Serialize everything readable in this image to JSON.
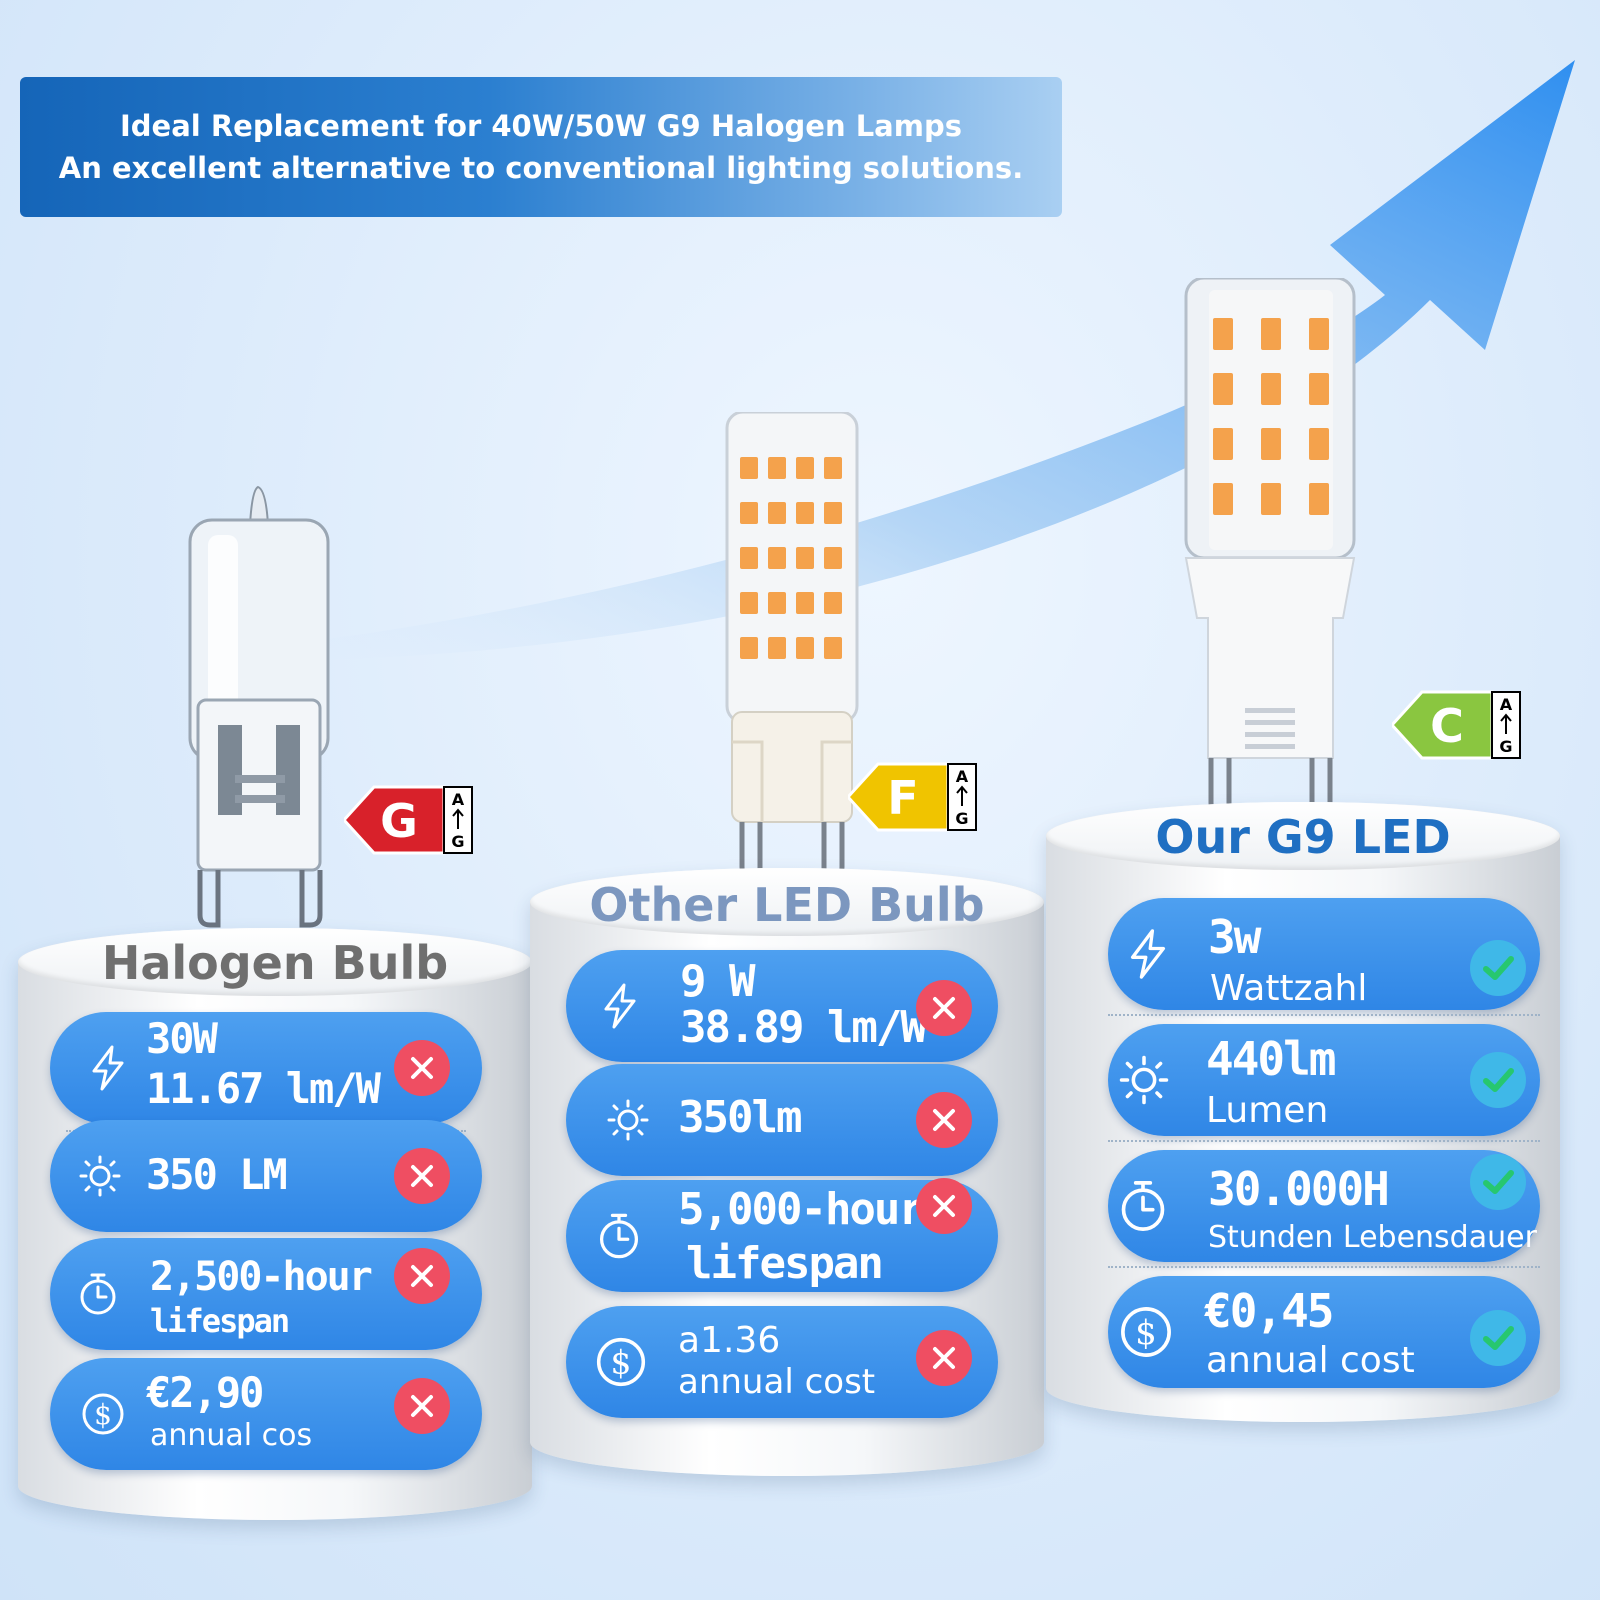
{
  "banner": {
    "line1": "Ideal Replacement for 40W/50W G9 Halogen Lamps",
    "line2": "An excellent alternative to conventional lighting solutions."
  },
  "colors": {
    "accent_blue": "#2f86e6",
    "banner_blue": "#1565b8",
    "cross_red": "#ef4e62",
    "check_blue": "#3fb8e8",
    "check_green": "#27c76f",
    "grade_g": "#d8212a",
    "grade_f": "#f0c400",
    "grade_c": "#8ac640"
  },
  "products": [
    {
      "title": "Halogen Bulb",
      "energy_class": "G",
      "scale_top": "A",
      "scale_bottom": "G",
      "features": [
        {
          "icon": "lightning-icon",
          "main": "30W",
          "main2": "11.67 lm/W",
          "sub": "",
          "status": "cross"
        },
        {
          "icon": "sun-icon",
          "main": "350 LM",
          "main2": "",
          "sub": "",
          "status": "cross"
        },
        {
          "icon": "stopwatch-icon",
          "main": "2,500-hour",
          "main2": "lifespan",
          "sub": "",
          "status": "cross"
        },
        {
          "icon": "dollar-icon",
          "main": "€2,90",
          "main2": "",
          "sub": "annual cos",
          "status": "cross"
        }
      ]
    },
    {
      "title": "Other LED Bulb",
      "energy_class": "F",
      "scale_top": "A",
      "scale_bottom": "G",
      "features": [
        {
          "icon": "lightning-icon",
          "main": "9 W",
          "main2": "38.89 lm/W",
          "sub": "",
          "status": "cross"
        },
        {
          "icon": "sun-icon",
          "main": "350lm",
          "main2": "",
          "sub": "",
          "status": "cross"
        },
        {
          "icon": "stopwatch-icon",
          "main": "5,000-hour",
          "main2": "lifespan",
          "sub": "",
          "status": "cross"
        },
        {
          "icon": "dollar-icon",
          "main": "",
          "main2": "",
          "sub": "a1.36",
          "sub2": "annual cost",
          "status": "cross"
        }
      ]
    },
    {
      "title": "Our G9 LED",
      "energy_class": "C",
      "scale_top": "A",
      "scale_bottom": "G",
      "features": [
        {
          "icon": "lightning-icon",
          "main": "3w",
          "main2": "",
          "sub": "Wattzahl",
          "status": "check"
        },
        {
          "icon": "sun-icon",
          "main": "440lm",
          "main2": "",
          "sub": "Lumen",
          "status": "check"
        },
        {
          "icon": "stopwatch-icon",
          "main": "30.000H",
          "main2": "",
          "sub": "Stunden Lebensdauer",
          "status": "check"
        },
        {
          "icon": "dollar-icon",
          "main": "€0,45",
          "main2": "",
          "sub": "annual cost",
          "status": "check"
        }
      ]
    }
  ]
}
